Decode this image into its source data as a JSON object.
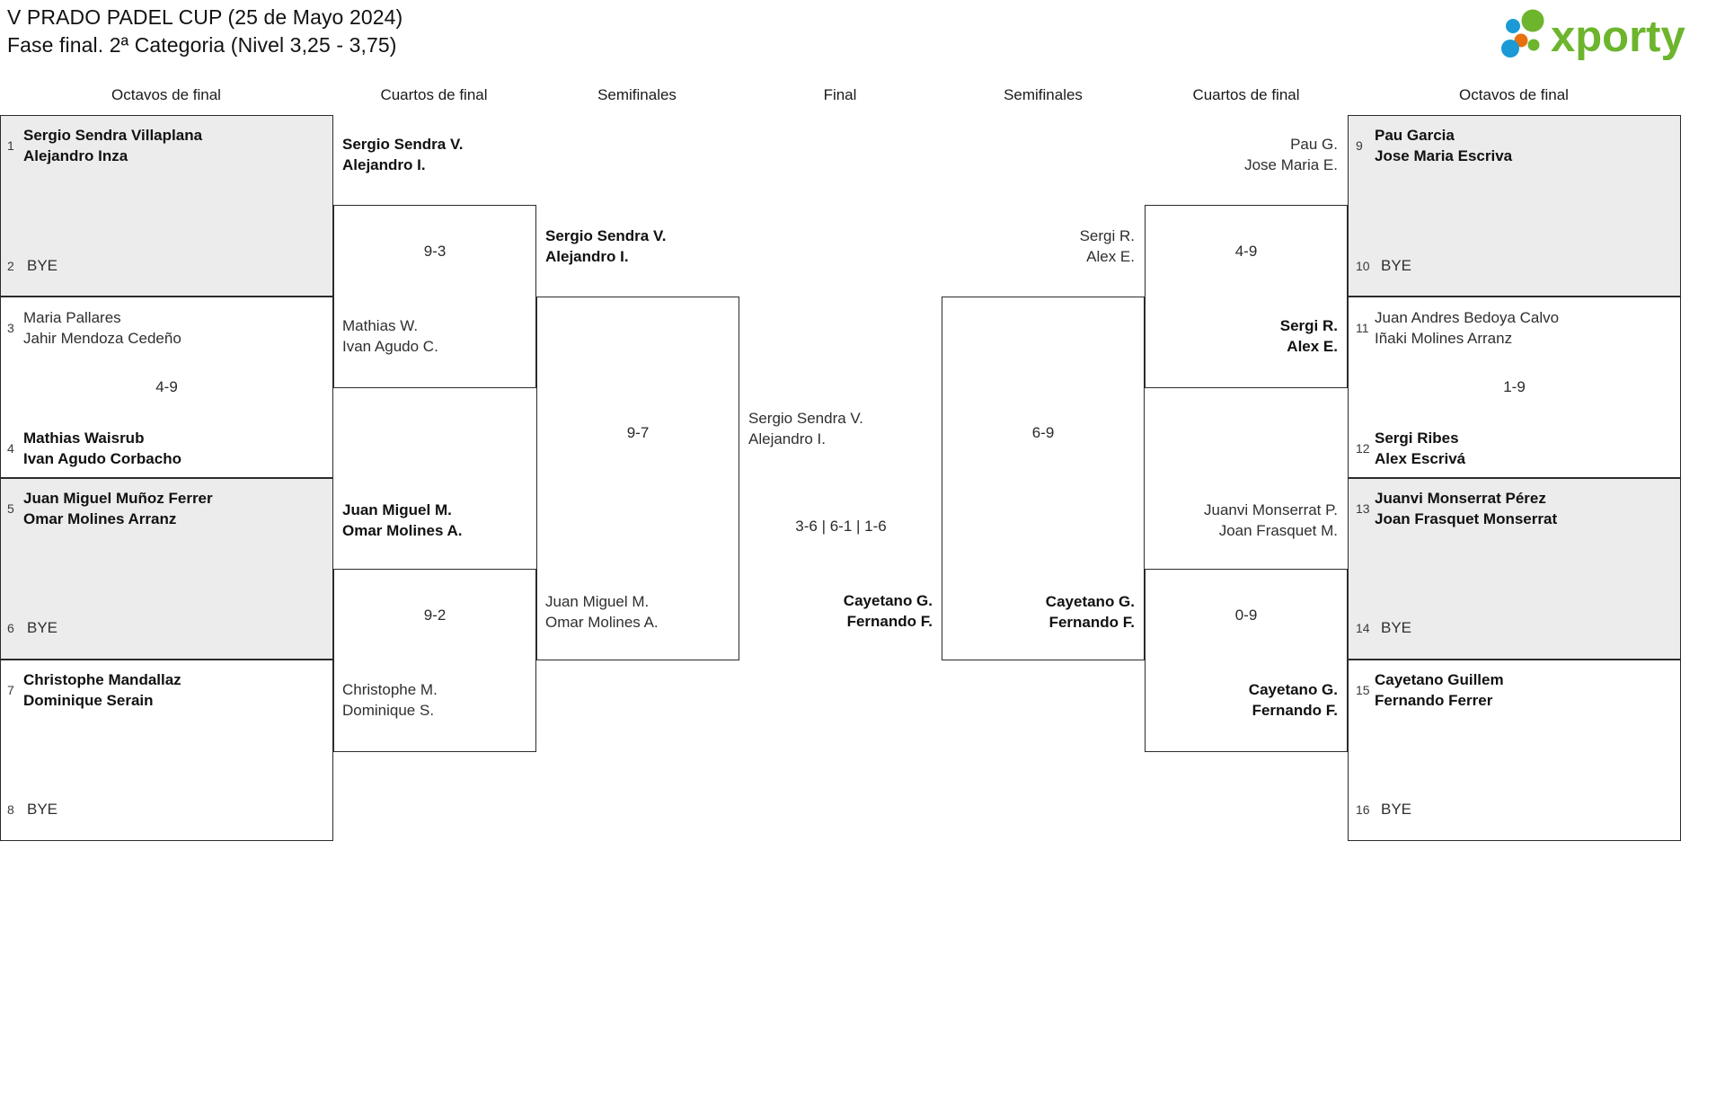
{
  "header": {
    "title_line1": "V PRADO PADEL CUP (25 de Mayo 2024)",
    "title_line2": "Fase final. 2ª Categoria (Nivel 3,25 - 3,75)",
    "logo_text": "xporty",
    "logo_colors": {
      "green": "#6cb52d",
      "blue": "#1b9ad6",
      "orange": "#e8700f"
    }
  },
  "rounds": {
    "left_r16": "Octavos de final",
    "left_qf": "Cuartos de final",
    "left_sf": "Semifinales",
    "final": "Final",
    "right_sf": "Semifinales",
    "right_qf": "Cuartos de final",
    "right_r16": "Octavos de final"
  },
  "left_r16": [
    {
      "seed_top": "1",
      "seed_bottom": "2",
      "top": {
        "p1": "Sergio Sendra Villaplana",
        "p2": "Alejandro Inza",
        "result": "win"
      },
      "bottom": {
        "bye": "BYE"
      },
      "shaded": true,
      "score": ""
    },
    {
      "seed_top": "3",
      "seed_bottom": "4",
      "top": {
        "p1": "Maria Pallares",
        "p2": "Jahir Mendoza Cedeño",
        "result": "lose"
      },
      "bottom": {
        "p1": "Mathias Waisrub",
        "p2": "Ivan Agudo Corbacho",
        "result": "win"
      },
      "shaded": false,
      "score": "4-9"
    },
    {
      "seed_top": "5",
      "seed_bottom": "6",
      "top": {
        "p1": "Juan Miguel Muñoz Ferrer",
        "p2": "Omar Molines Arranz",
        "result": "win"
      },
      "bottom": {
        "bye": "BYE"
      },
      "shaded": true,
      "score": ""
    },
    {
      "seed_top": "7",
      "seed_bottom": "8",
      "top": {
        "p1": "Christophe Mandallaz",
        "p2": "Dominique Serain",
        "result": "win"
      },
      "bottom": {
        "bye": "BYE"
      },
      "shaded": false,
      "score": ""
    }
  ],
  "left_qf": [
    {
      "top": {
        "p1": "Sergio Sendra V.",
        "p2": "Alejandro I.",
        "result": "win"
      },
      "bottom": {
        "p1": "Mathias W.",
        "p2": "Ivan Agudo C.",
        "result": "lose"
      },
      "score": "9-3"
    },
    {
      "top": {
        "p1": "Juan Miguel M.",
        "p2": "Omar Molines A.",
        "result": "win"
      },
      "bottom": {
        "p1": "Christophe M.",
        "p2": "Dominique S.",
        "result": "lose"
      },
      "score": "9-2"
    }
  ],
  "left_sf": [
    {
      "top": {
        "p1": "Sergio Sendra V.",
        "p2": "Alejandro I.",
        "result": "win"
      },
      "bottom": {
        "p1": "Juan Miguel M.",
        "p2": "Omar Molines A.",
        "result": "lose"
      },
      "score": "9-7"
    }
  ],
  "final": {
    "left_side": {
      "p1": "Sergio Sendra V.",
      "p2": "Alejandro I.",
      "result": "lose"
    },
    "right_side": {
      "p1": "Cayetano G.",
      "p2": "Fernando F.",
      "result": "win"
    },
    "score": "3-6 | 6-1 | 1-6"
  },
  "right_sf": [
    {
      "top": {
        "p1": "Sergi R.",
        "p2": "Alex E.",
        "result": "lose"
      },
      "bottom": {
        "p1": "Cayetano G.",
        "p2": "Fernando F.",
        "result": "win"
      },
      "score": "6-9"
    }
  ],
  "right_qf": [
    {
      "top": {
        "p1": "Pau G.",
        "p2": "Jose Maria E.",
        "result": "lose"
      },
      "bottom": {
        "p1": "Sergi R.",
        "p2": "Alex E.",
        "result": "win"
      },
      "score": "4-9"
    },
    {
      "top": {
        "p1": "Juanvi Monserrat P.",
        "p2": "Joan Frasquet M.",
        "result": "lose"
      },
      "bottom": {
        "p1": "Cayetano G.",
        "p2": "Fernando F.",
        "result": "win"
      },
      "score": "0-9"
    }
  ],
  "right_r16": [
    {
      "seed_top": "9",
      "seed_bottom": "10",
      "top": {
        "p1": "Pau Garcia",
        "p2": "Jose Maria Escriva",
        "result": "win"
      },
      "bottom": {
        "bye": "BYE"
      },
      "shaded": true,
      "score": ""
    },
    {
      "seed_top": "11",
      "seed_bottom": "12",
      "top": {
        "p1": "Juan Andres Bedoya Calvo",
        "p2": "Iñaki Molines Arranz",
        "result": "lose"
      },
      "bottom": {
        "p1": "Sergi Ribes",
        "p2": "Alex Escrivá",
        "result": "win"
      },
      "shaded": false,
      "score": "1-9"
    },
    {
      "seed_top": "13",
      "seed_bottom": "14",
      "top": {
        "p1": "Juanvi Monserrat Pérez",
        "p2": "Joan Frasquet Monserrat",
        "result": "win"
      },
      "bottom": {
        "bye": "BYE"
      },
      "shaded": true,
      "score": ""
    },
    {
      "seed_top": "15",
      "seed_bottom": "16",
      "top": {
        "p1": "Cayetano Guillem",
        "p2": "Fernando Ferrer",
        "result": "win"
      },
      "bottom": {
        "bye": "BYE"
      },
      "shaded": false,
      "score": ""
    }
  ]
}
